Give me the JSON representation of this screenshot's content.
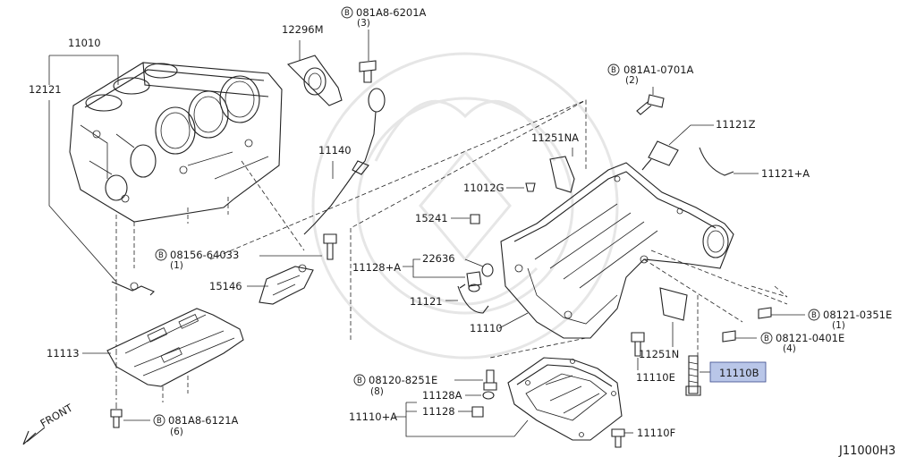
{
  "diagram": {
    "code": "J11000H3",
    "front_label": "FRONT",
    "highlight_color": "#b9c6e8",
    "bolt_symbol": "B",
    "labels": {
      "p11010": "11010",
      "p12121": "12121",
      "p12296m": "12296M",
      "b081a8_6201a": "081A8-6201A",
      "b081a8_6201a_qty": "(3)",
      "p11140": "11140",
      "b08156_64033": "08156-64033",
      "b08156_64033_qty": "(1)",
      "p15146": "15146",
      "p11113": "11113",
      "b081a8_6121a": "081A8-6121A",
      "b081a8_6121a_qty": "(6)",
      "b081a1_0701a": "081A1-0701A",
      "b081a1_0701a_qty": "(2)",
      "p11121z": "11121Z",
      "p11251na": "11251NA",
      "p11121a": "11121+A",
      "p11012g": "11012G",
      "p15241": "15241",
      "p11128a": "11128+A",
      "p22636": "22636",
      "p11121": "11121",
      "p11110": "11110",
      "p11251n": "11251N",
      "b08121_0351e": "08121-0351E",
      "b08121_0351e_qty": "(1)",
      "b08121_0401e": "08121-0401E",
      "b08121_0401e_qty": "(4)",
      "b08120_8251e": "08120-8251E",
      "b08120_8251e_qty": "(8)",
      "p11110e": "11110E",
      "p11110b": "11110B",
      "p11128A": "11128A",
      "p11128": "11128",
      "p11110a": "11110+A",
      "p11110f": "11110F"
    }
  }
}
